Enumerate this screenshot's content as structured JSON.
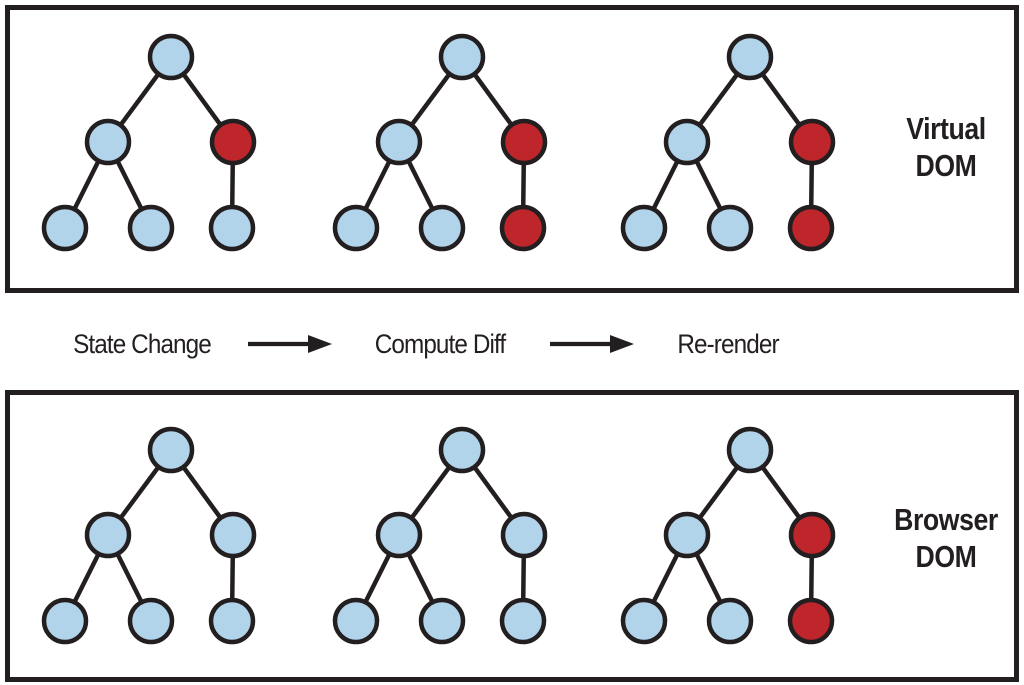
{
  "colors": {
    "node_blue": "#B2D4EA",
    "node_red": "#BF262C",
    "stroke": "#231F20",
    "background": "#FFFFFF"
  },
  "panels": {
    "virtual": {
      "label_line1": "Virtual",
      "label_line2": "DOM",
      "trees": [
        {
          "name": "virtual-tree-1",
          "nodes": [
            "blue",
            "blue",
            "red",
            "blue",
            "blue",
            "blue"
          ]
        },
        {
          "name": "virtual-tree-2",
          "nodes": [
            "blue",
            "blue",
            "red",
            "blue",
            "blue",
            "red"
          ]
        },
        {
          "name": "virtual-tree-3",
          "nodes": [
            "blue",
            "blue",
            "red",
            "blue",
            "blue",
            "red"
          ]
        }
      ]
    },
    "browser": {
      "label_line1": "Browser",
      "label_line2": "DOM",
      "trees": [
        {
          "name": "browser-tree-1",
          "nodes": [
            "blue",
            "blue",
            "blue",
            "blue",
            "blue",
            "blue"
          ]
        },
        {
          "name": "browser-tree-2",
          "nodes": [
            "blue",
            "blue",
            "blue",
            "blue",
            "blue",
            "blue"
          ]
        },
        {
          "name": "browser-tree-3",
          "nodes": [
            "blue",
            "blue",
            "red",
            "blue",
            "blue",
            "red"
          ]
        }
      ]
    }
  },
  "flow": {
    "steps": [
      "State Change",
      "Compute Diff",
      "Re-render"
    ]
  }
}
